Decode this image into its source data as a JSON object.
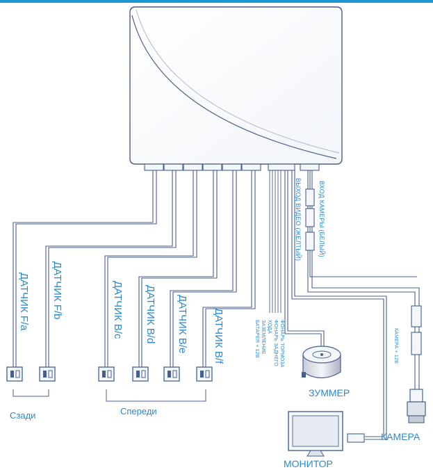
{
  "colors": {
    "accent": "#1e96d2",
    "line": "#4a5d8a",
    "connector": "#44608f",
    "text": "#2a8ac8"
  },
  "sensors": [
    {
      "label": "ДАТЧИК F/a"
    },
    {
      "label": "ДАТЧИК F/b"
    },
    {
      "label": "ДАТЧИК B/c"
    },
    {
      "label": "ДАТЧИК B/d"
    },
    {
      "label": "ДАТЧИК B/e"
    },
    {
      "label": "ДАТЧИК B/f"
    }
  ],
  "groups": {
    "rear": "Сзади",
    "front": "Спереди"
  },
  "wires": [
    {
      "label": "БАТАРЕЯ + 12В"
    },
    {
      "label": "ЗАЗЕМЛЕНИЕ"
    },
    {
      "label": "ХОДА"
    },
    {
      "label": "ФОНАРЬ ЗАДНЕГО"
    },
    {
      "label": "ФОНАРЬ ТОРМОЗА"
    }
  ],
  "video_out": "ВЫХОД ВИДЕО (ЖЕЛТЫЙ)",
  "camera_in": "ВХОД КАМЕРЫ (БЕЛЫЙ)",
  "camera_power": "КАМЕРА + 12В",
  "devices": {
    "buzzer": "ЗУММЕР",
    "monitor": "МОНИТОР",
    "camera": "КАМЕРА"
  }
}
